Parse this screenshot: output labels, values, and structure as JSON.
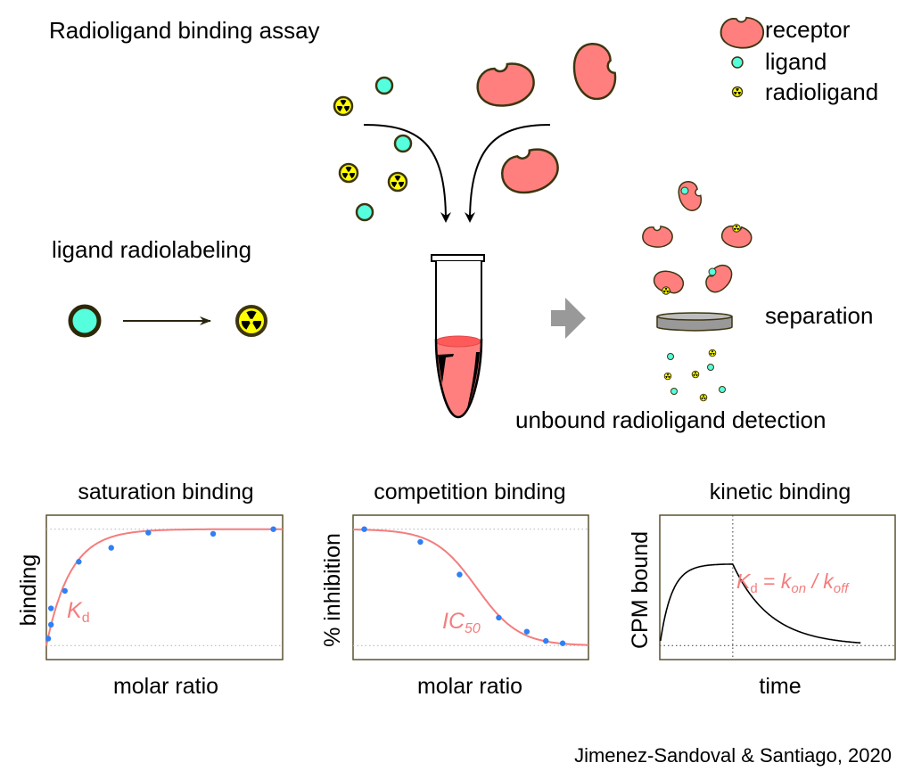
{
  "title": "Radioligand binding assay",
  "legend": {
    "items": [
      {
        "icon": "receptor-icon",
        "label": "receptor"
      },
      {
        "icon": "ligand-icon",
        "label": "ligand"
      },
      {
        "icon": "radioligand-icon",
        "label": "radioligand"
      }
    ]
  },
  "labeling": {
    "label": "ligand radiolabeling"
  },
  "separation": {
    "label": "separation",
    "detection_label": "unbound radioligand detection"
  },
  "colors": {
    "receptor": "#ff7f7f",
    "ligand": "#55ffdd",
    "radioligand": "#ffff00",
    "outline": "#3d3510",
    "fit_curve": "#f47d7d",
    "data_points": "#2f7ff5",
    "arrow_gray": "#999999"
  },
  "chart_data": [
    {
      "type": "scatter",
      "title": "saturation binding",
      "xlabel": "molar ratio",
      "ylabel": "binding",
      "annotation": {
        "main": "K",
        "sub": "d"
      },
      "fit": "hyperbolic",
      "x": [
        0.2,
        0.5,
        0.5,
        2,
        3.5,
        7,
        11,
        18,
        24.5
      ],
      "y": [
        0.06,
        0.18,
        0.32,
        0.47,
        0.72,
        0.84,
        0.97,
        0.96,
        1.0
      ],
      "xlim": [
        0,
        25.5
      ],
      "ylim": [
        -0.12,
        1.12
      ],
      "gridlines": [
        0,
        1
      ]
    },
    {
      "type": "scatter",
      "title": "competition binding",
      "xlabel": "molar ratio",
      "ylabel": "% inhibition",
      "annotation": {
        "main": "IC",
        "sub": "50"
      },
      "fit": "sigmoidal",
      "x": [
        1,
        6,
        9.5,
        13,
        15.5,
        17.2,
        18.7
      ],
      "y": [
        1.0,
        0.89,
        0.61,
        0.24,
        0.12,
        0.04,
        0.02
      ],
      "xlim": [
        0,
        21
      ],
      "ylim": [
        -0.12,
        1.12
      ],
      "gridlines": [
        0,
        1
      ]
    },
    {
      "type": "line",
      "title": "kinetic binding",
      "xlabel": "time",
      "ylabel": "CPM bound",
      "annotation": {
        "main": "K",
        "sub": "d",
        "rest": " = ",
        "k1": "k",
        "k1sub": "on",
        "sep": " / ",
        "k2": "k",
        "k2sub": "off"
      },
      "association_end": 0.31,
      "plateau": 0.7,
      "xlim": [
        0,
        1
      ],
      "ylim": [
        -0.12,
        1.12
      ],
      "gridlines": [
        0
      ]
    }
  ],
  "credit": "Jimenez-Sandoval & Santiago, 2020"
}
